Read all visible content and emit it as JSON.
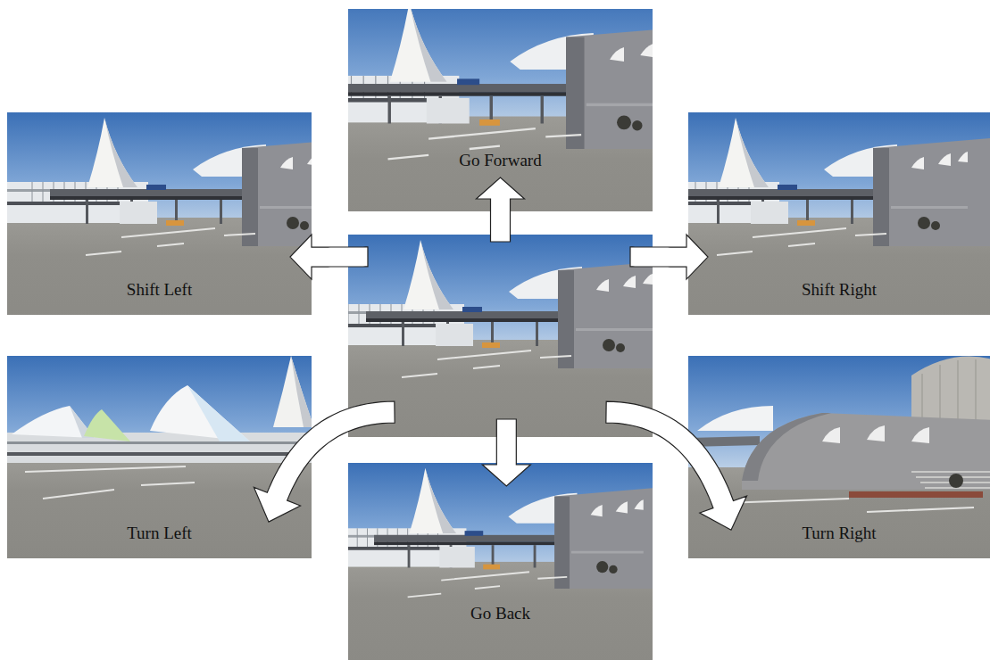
{
  "diagram": {
    "nodes": [
      {
        "text": [
          "Go Forward"
        ]
      },
      {
        "text": [
          "Shift Left"
        ]
      },
      {
        "text": []
      },
      {
        "text": [
          "Shift Right"
        ]
      },
      {
        "text": [
          "Turn Left"
        ]
      },
      {
        "text": [
          "Turn Right"
        ]
      },
      {
        "text": [
          "Go Back"
        ]
      }
    ],
    "edges": [
      {
        "from": 2,
        "to": 0,
        "arrow": "to"
      },
      {
        "from": 2,
        "to": 1,
        "arrow": "to"
      },
      {
        "from": 2,
        "to": 3,
        "arrow": "to"
      },
      {
        "from": 2,
        "to": 4,
        "arrow": "to"
      },
      {
        "from": 2,
        "to": 5,
        "arrow": "to"
      },
      {
        "from": 2,
        "to": 6,
        "arrow": "to"
      }
    ]
  }
}
